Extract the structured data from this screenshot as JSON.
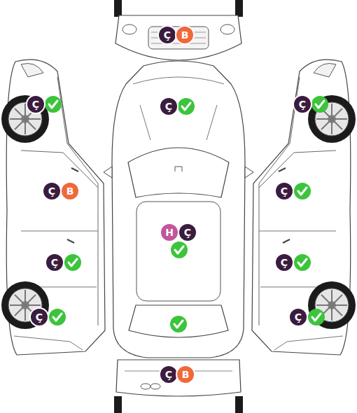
{
  "diagram": {
    "nodes": [
      {
        "text": [
          "Ç"
        ]
      },
      {
        "text": [
          "B"
        ]
      },
      {
        "text": [
          "Ç"
        ]
      },
      {
        "text": [
          "Ç"
        ]
      },
      {
        "text": [
          "Ç"
        ]
      },
      {
        "text": [
          "Ç"
        ]
      },
      {
        "text": [
          "B"
        ]
      },
      {
        "text": [
          "Ç"
        ]
      },
      {
        "text": [
          "H"
        ]
      },
      {
        "text": [
          "Ç"
        ]
      },
      {
        "text": [
          "Ç"
        ]
      },
      {
        "text": [
          "Ç"
        ]
      },
      {
        "text": [
          "Ç"
        ]
      },
      {
        "text": [
          "Ç"
        ]
      },
      {
        "text": [
          "Ç"
        ]
      },
      {
        "text": [
          "B"
        ]
      }
    ]
  }
}
